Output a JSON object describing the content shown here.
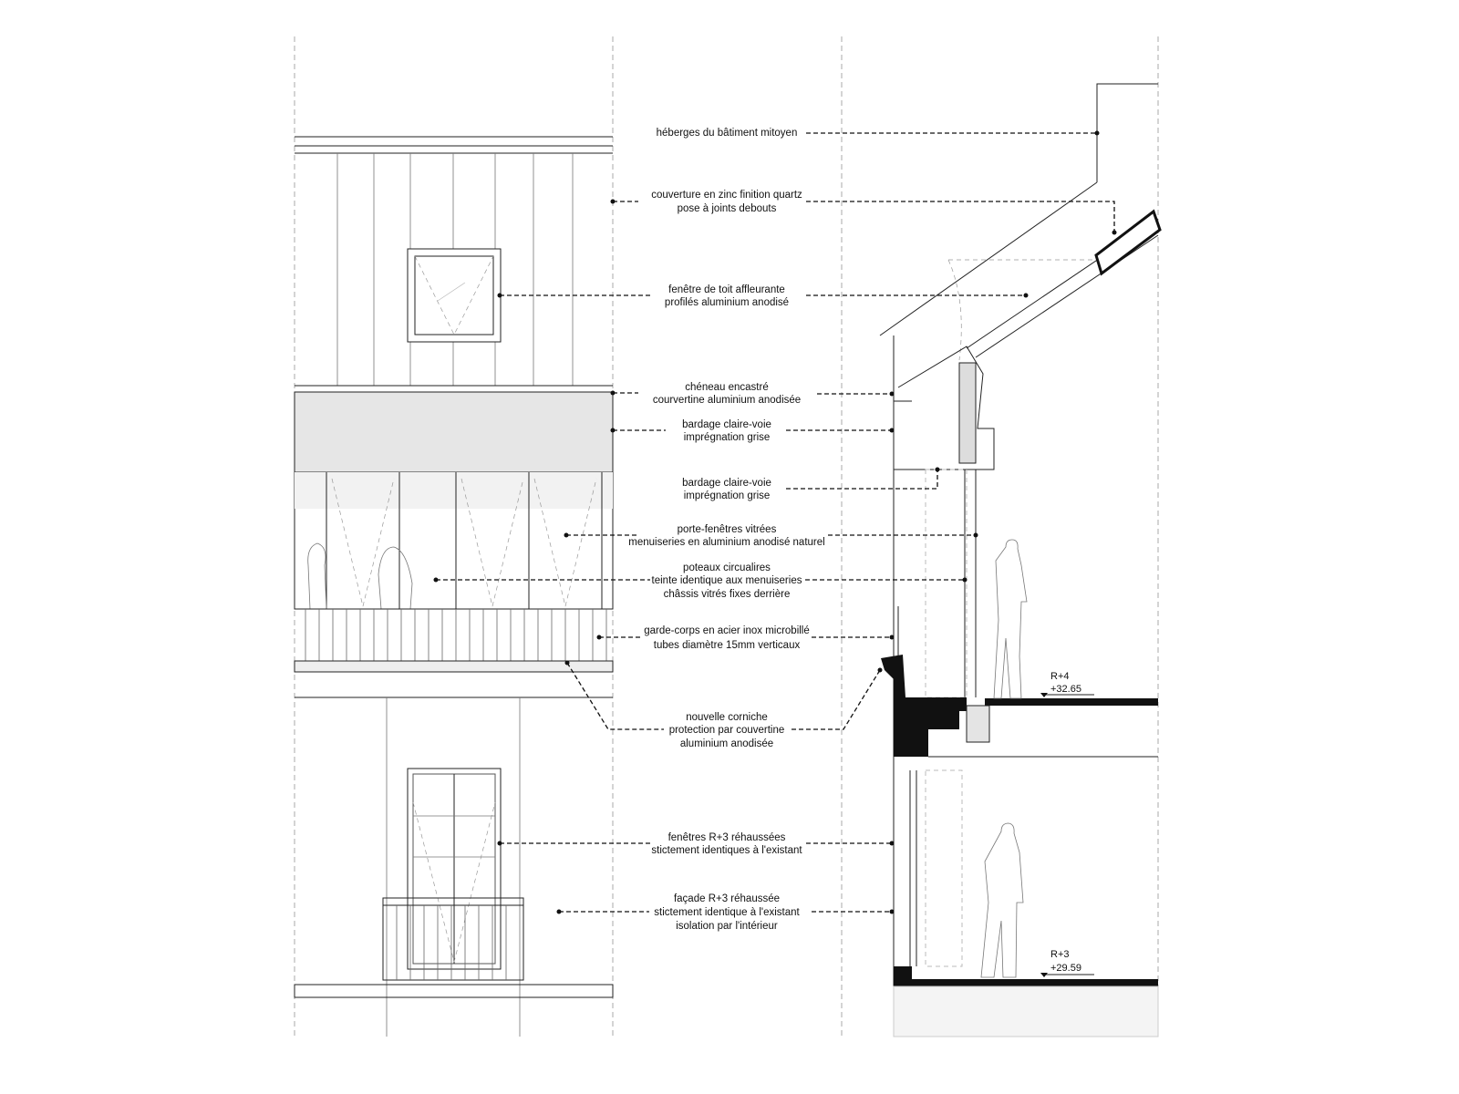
{
  "annotations": [
    {
      "id": "heberges",
      "lines": [
        "héberges du bâtiment mitoyen"
      ]
    },
    {
      "id": "couverture-zinc",
      "lines": [
        "couverture en zinc finition quartz",
        "pose à joints debouts"
      ]
    },
    {
      "id": "fenetre-toit",
      "lines": [
        "fenêtre de toit affleurante",
        "profilés aluminium anodisé"
      ]
    },
    {
      "id": "cheneau",
      "lines": [
        "chéneau encastré",
        "courvertine aluminium anodisée"
      ]
    },
    {
      "id": "bardage-1",
      "lines": [
        "bardage claire-voie",
        "imprégnation grise"
      ]
    },
    {
      "id": "bardage-2",
      "lines": [
        "bardage claire-voie",
        "imprégnation grise"
      ]
    },
    {
      "id": "porte-fenetres",
      "lines": [
        "porte-fenêtres vitrées",
        "menuiseries en aluminium anodisé naturel"
      ]
    },
    {
      "id": "poteaux",
      "lines": [
        "poteaux circualires",
        "teinte identique aux menuiseries",
        "châssis vitrés fixes derrière"
      ]
    },
    {
      "id": "garde-corps",
      "lines": [
        "garde-corps en acier inox microbillé",
        "tubes diamètre 15mm verticaux"
      ]
    },
    {
      "id": "corniche",
      "lines": [
        "nouvelle corniche",
        "protection par couvertine",
        "aluminium anodisée"
      ]
    },
    {
      "id": "fenetres-r3",
      "lines": [
        "fenêtres R+3 réhaussées",
        "stictement identiques à l'existant"
      ]
    },
    {
      "id": "facade-r3",
      "lines": [
        "façade R+3 réhaussée",
        "stictement identique à l'existant",
        "isolation par l'intérieur"
      ]
    }
  ],
  "levels": [
    {
      "name": "R+4",
      "elevation": "+32.65"
    },
    {
      "name": "R+3",
      "elevation": "+29.59"
    }
  ]
}
